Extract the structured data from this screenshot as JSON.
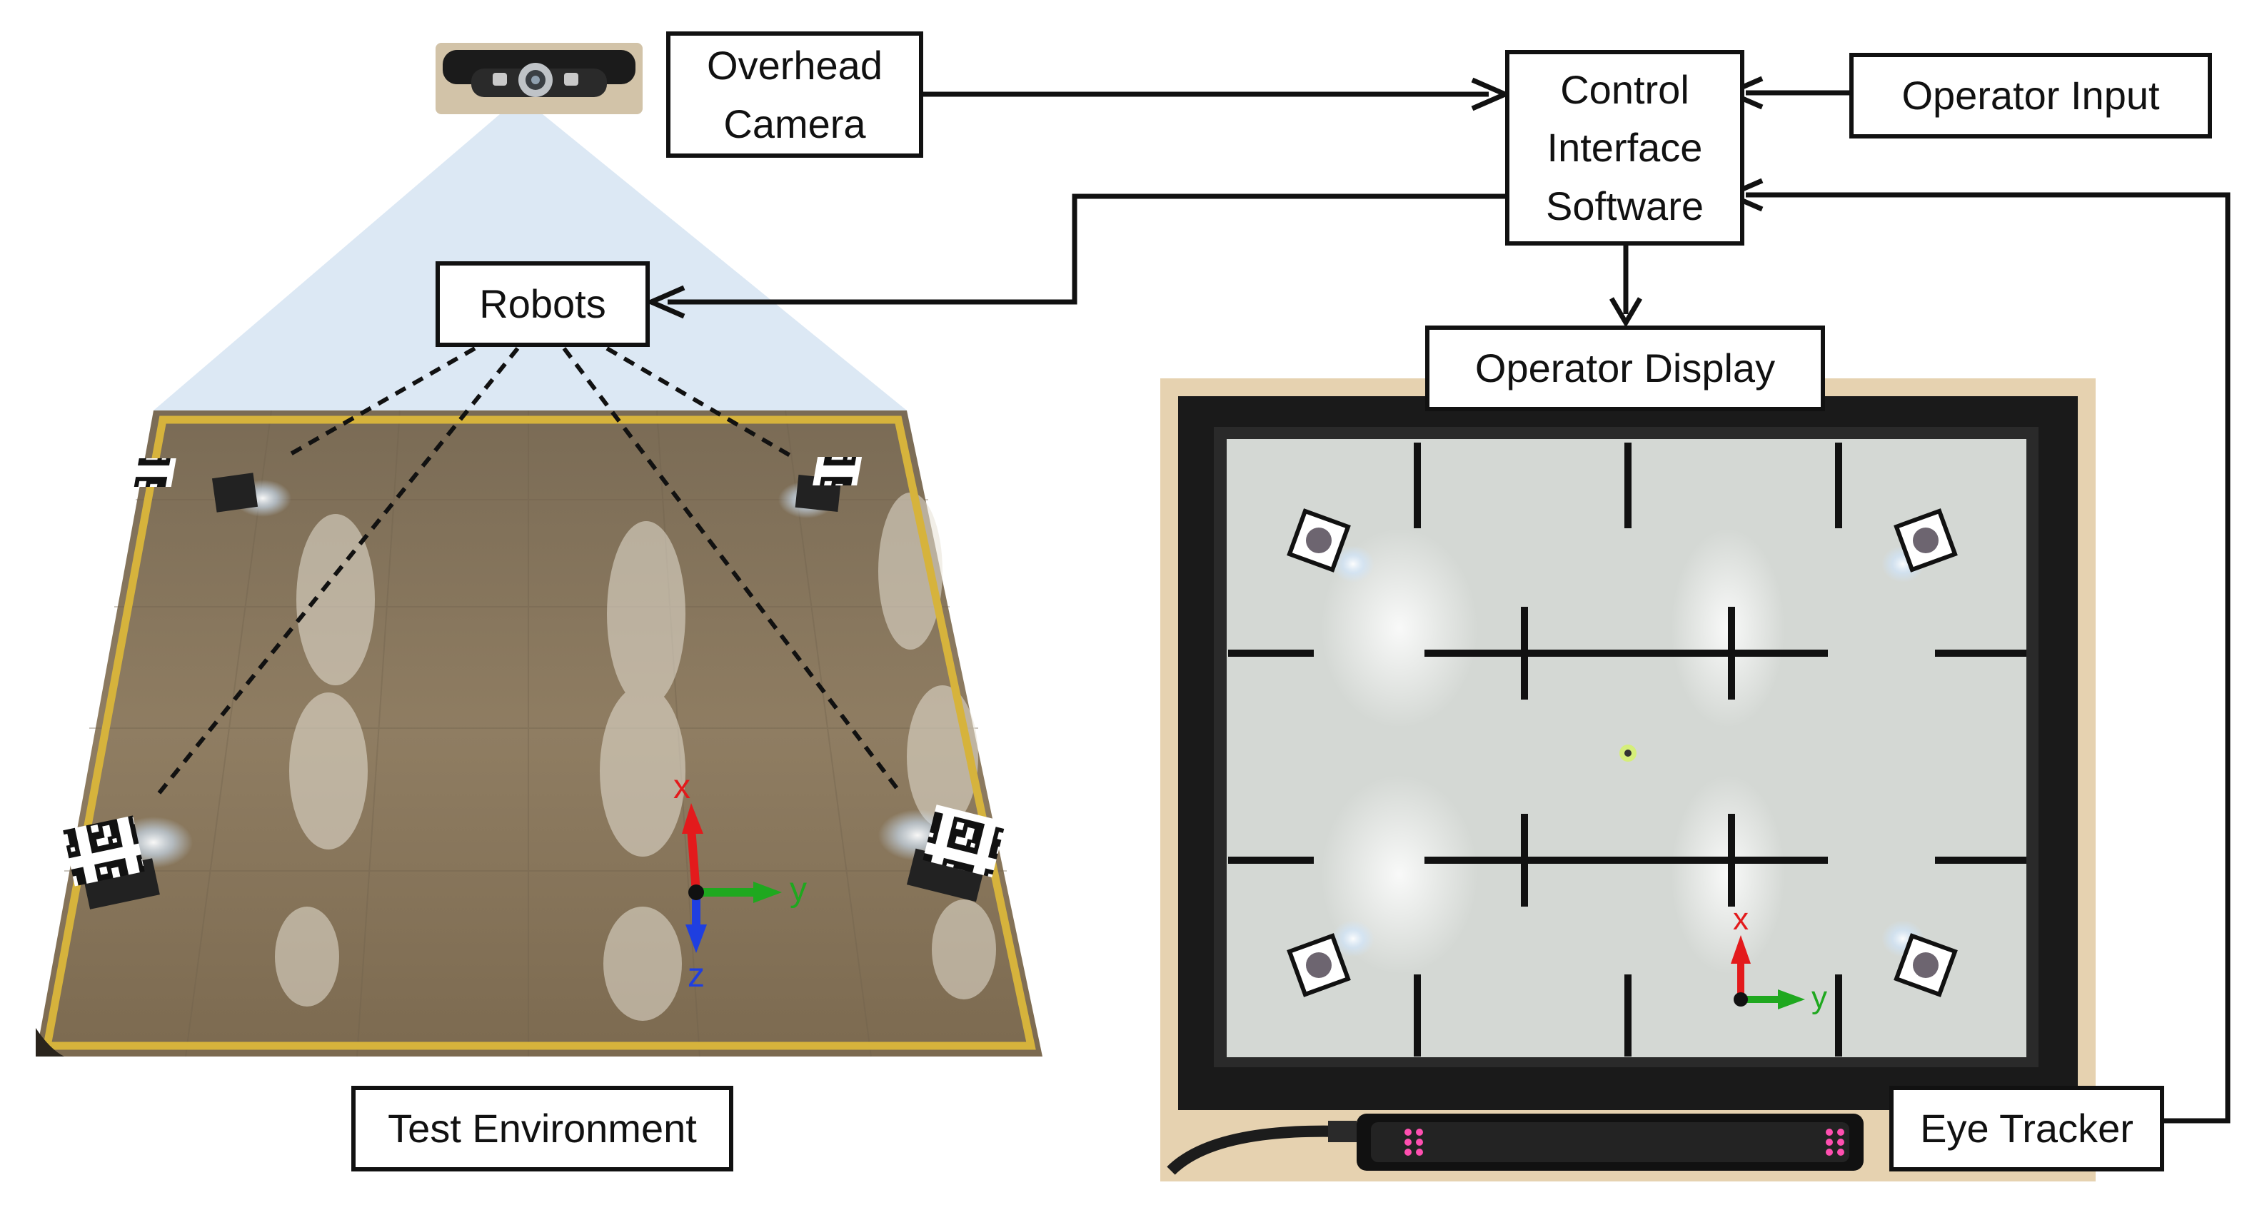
{
  "labels": {
    "overhead_camera": [
      "Overhead",
      "Camera"
    ],
    "control_interface": [
      "Control",
      "Interface",
      "Software"
    ],
    "operator_input": "Operator Input",
    "robots": "Robots",
    "operator_display": "Operator Display",
    "test_environment": "Test Environment",
    "eye_tracker": "Eye Tracker"
  },
  "axes": {
    "test_environment": {
      "x": "x",
      "y": "y",
      "z": "z"
    },
    "operator_display": {
      "x": "x",
      "y": "y"
    }
  },
  "colors": {
    "axis_x": "#e31a1c",
    "axis_y": "#1fa81f",
    "axis_z": "#1f3fe0",
    "floor": "#8c7a60",
    "tape": "#d8b437",
    "projection_beam": "#dbe8f5",
    "monitor_bezel": "#1a1a1a",
    "screen": "#d4d8d4",
    "eye_tracker_led": "#ff4fb0"
  },
  "icons": {
    "camera": "webcam-icon",
    "robot": "fiducial-robot-icon",
    "eye_tracker_device": "eye-tracker-bar-icon"
  }
}
